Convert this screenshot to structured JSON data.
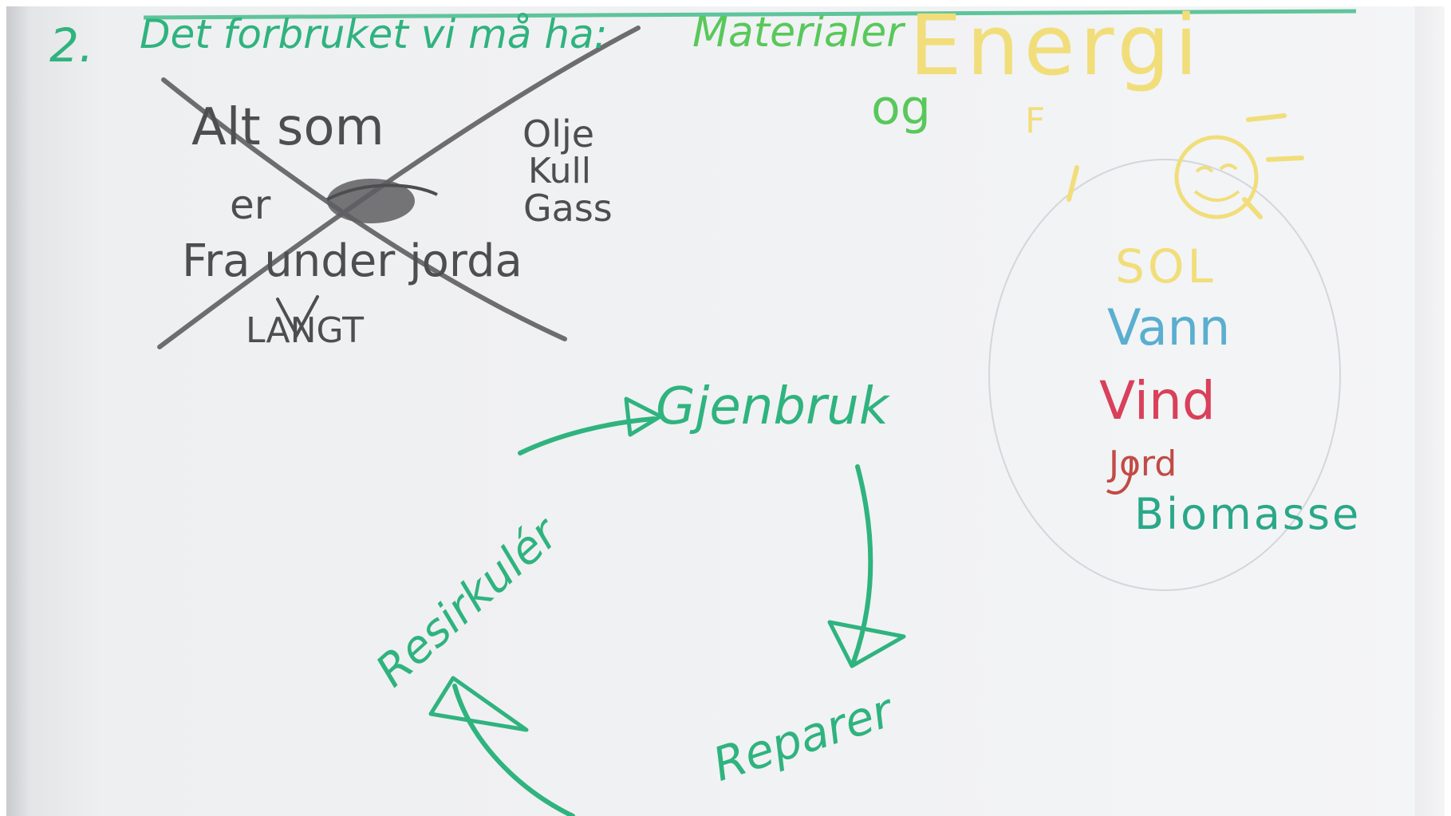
{
  "heading": {
    "number": "2.",
    "text": "Det forbruket vi må ha:",
    "materials": "Materialer",
    "energy": "Energi",
    "and": "og"
  },
  "crossed_notes": {
    "line1": "Alt som",
    "line2": "er",
    "line3": "Fra under jorda",
    "line4": "LANGT",
    "list": [
      "Olje",
      "Kull",
      "Gass"
    ]
  },
  "energy_sources": {
    "sun_label": "SOL",
    "sun_f": "F",
    "water": "Vann",
    "wind": "Vind",
    "earth": "Jord",
    "biomass": "Biomasse"
  },
  "cycle": {
    "reuse": "Gjenbruk",
    "repair": "Reparer",
    "recycle": "Resirkulér"
  },
  "colors": {
    "green": "#2fb37f",
    "yellow": "#f1de7a",
    "graphite": "#4e4e50",
    "blue": "#5aaed0",
    "red": "#d9405b"
  }
}
